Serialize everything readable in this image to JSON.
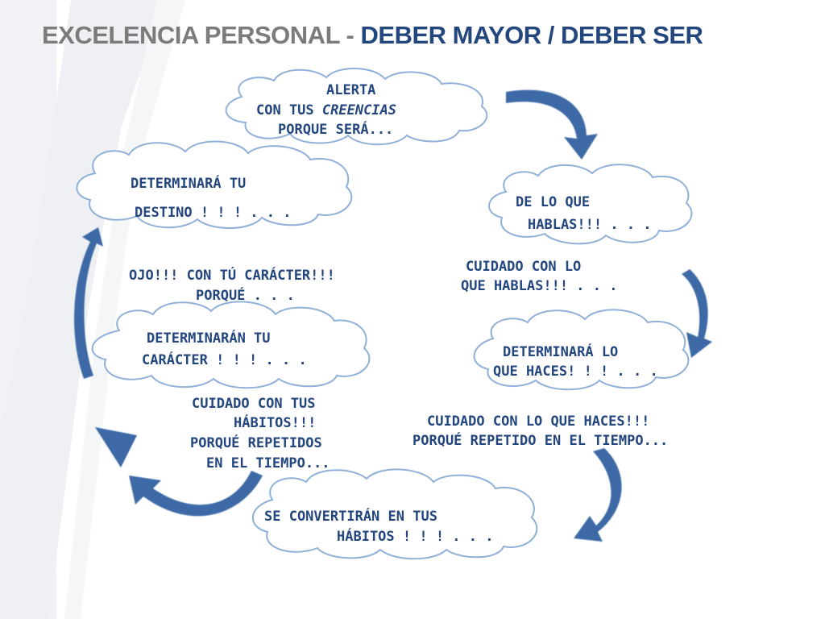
{
  "title": {
    "part1": "EXCELENCIA PERSONAL - ",
    "part2": "DEBER MAYOR / DEBER SER"
  },
  "colors": {
    "title_gray": "#7b7b7b",
    "title_blue": "#23467e",
    "text_blue": "#23467e",
    "arrow_blue": "#3d6aa6",
    "cloud_outline": "#8fb0d8"
  },
  "clouds": {
    "alerta": {
      "line1": "ALERTA",
      "line2a": "CON TUS ",
      "line2b": "CREENCIAS",
      "line3": "PORQUE SERÁ..."
    },
    "hablas": {
      "line1": "DE  LO  QUE",
      "line2": "HABLAS!!! . . ."
    },
    "haces": {
      "line1": "DETERMINARÁ LO",
      "line2": "QUE  HACES! ! ! .  .  ."
    },
    "habitos": {
      "line1": "SE  CONVERTIRÁN  EN TUS",
      "line2": "HÁBITOS ! ! ! .  .  ."
    },
    "caracter": {
      "line1": "DETERMINARÁN  TU",
      "line2": "CARÁCTER ! ! ! .  .  ."
    },
    "destino": {
      "line1": "DETERMINARÁ  TU",
      "line2": "DESTINO ! ! ! .  .  ."
    }
  },
  "captions": {
    "hablas": {
      "line1": "CUIDADO  CON LO",
      "line2": "QUE HABLAS!!! . . ."
    },
    "haces": {
      "line1": "CUIDADO  CON LO  QUE HACES!!!",
      "line2": "PORQUÉ REPETIDO EN EL TIEMPO..."
    },
    "habitos": {
      "line1": "CUIDADO  CON TUS",
      "line2": "HÁBITOS!!!",
      "line3": "PORQUÉ REPETIDOS",
      "line4": "EN EL TIEMPO..."
    },
    "caracter": {
      "line1": "OJO!!! CON TÚ CARÁCTER!!!",
      "line2": "PORQUÉ . . ."
    }
  }
}
